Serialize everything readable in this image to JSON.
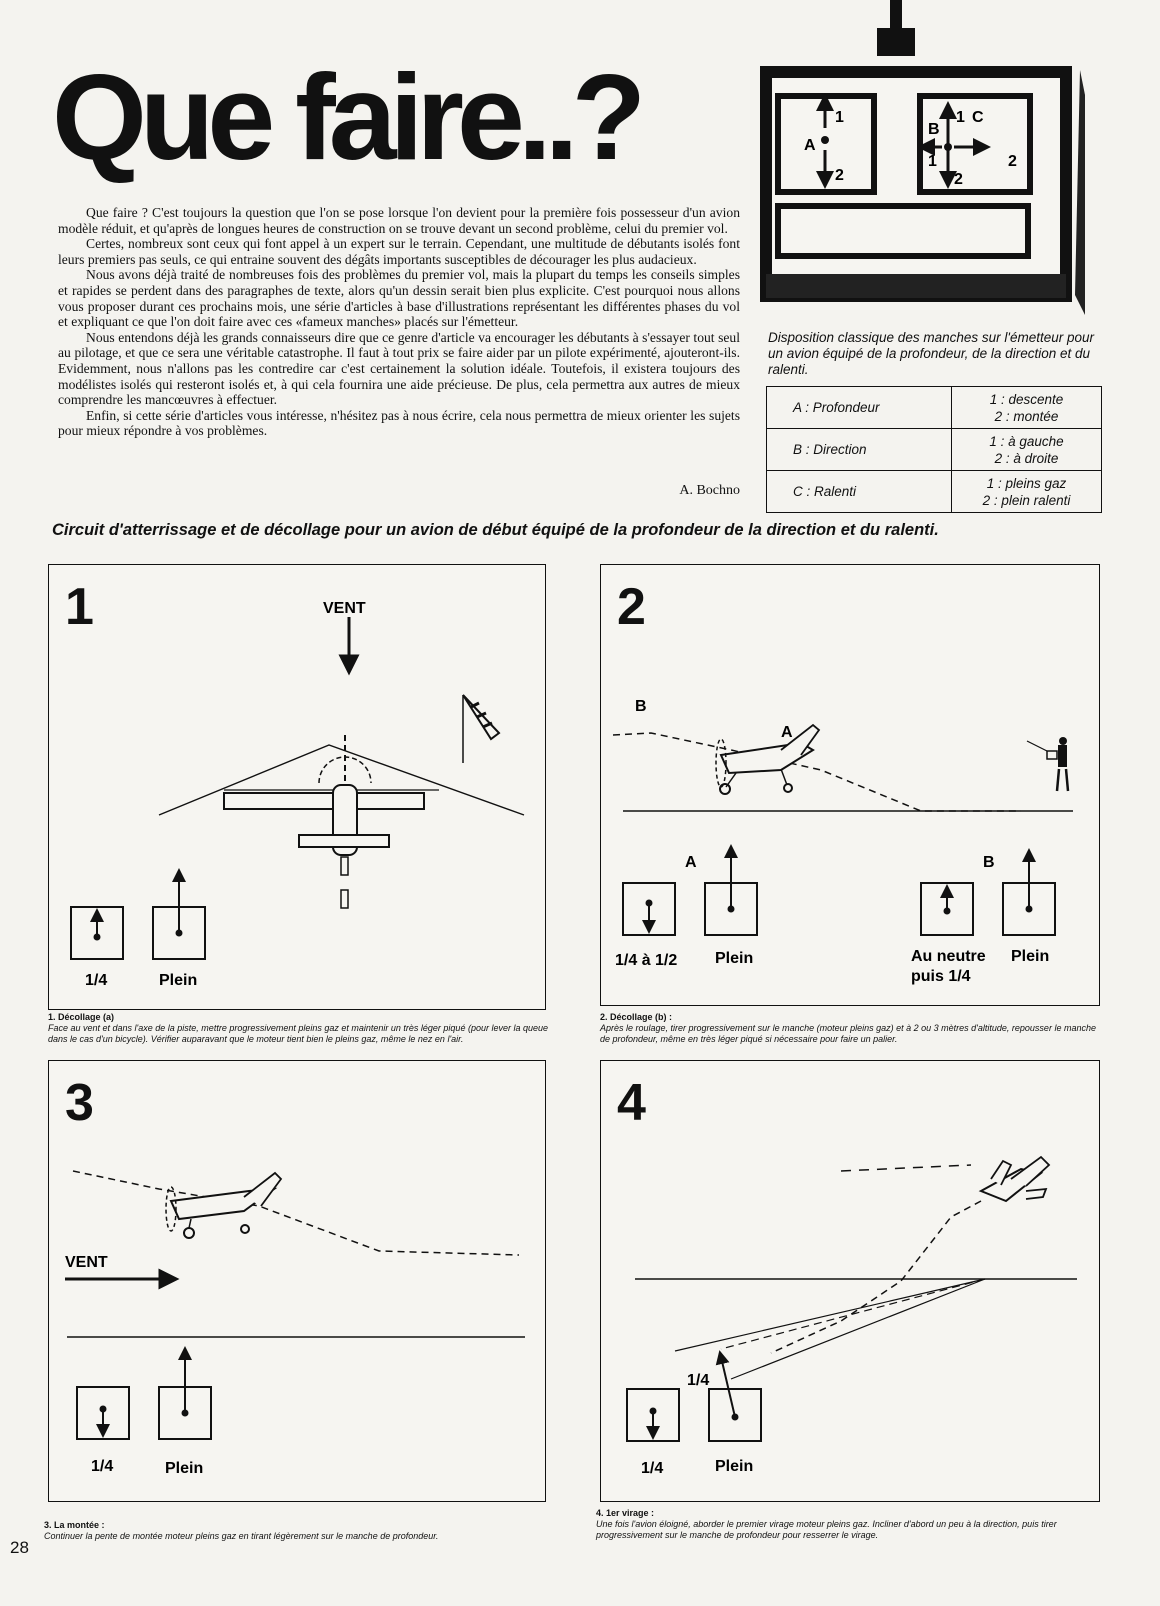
{
  "title": "Que faire..?",
  "intro": {
    "paragraphs": [
      "Que faire ? C'est toujours la question que l'on se pose lorsque l'on devient pour la première fois possesseur d'un avion modèle réduit, et qu'après de longues heures de construction on se trouve devant un second problème, celui du premier vol.",
      "Certes, nombreux sont ceux qui font appel à un expert sur le terrain. Cependant, une multitude de débutants isolés font leurs premiers pas seuls, ce qui entraine souvent des dégâts importants susceptibles de décourager les plus audacieux.",
      "Nous avons déjà traité de nombreuses fois des problèmes du premier vol, mais la plupart du temps les conseils simples et rapides se perdent dans des paragraphes de texte, alors qu'un dessin serait bien plus explicite. C'est pourquoi nous allons vous proposer durant ces prochains mois, une série d'articles à base d'illustrations représentant les différentes phases du vol et expliquant ce que l'on doit faire avec ces «fameux manches» placés sur l'émetteur.",
      "Nous entendons déjà les grands connaisseurs dire que ce genre d'article va encourager les débutants à s'essayer tout seul au pilotage, et que ce sera une véritable catastrophe. Il faut à tout prix se faire aider par un pilote expérimenté, ajouteront-ils. Evidemment, nous n'allons pas les contredire car c'est certainement la solution idéale. Toutefois, il existera toujours des modélistes isolés qui resteront isolés et, à qui cela fournira une aide précieuse. De plus, cela permettra aux autres de mieux comprendre les mancœuvres à effectuer.",
      "Enfin, si cette série d'articles vous intéresse, n'hésitez pas à nous écrire, cela nous permettra de mieux orienter les sujets pour mieux répondre à vos problèmes."
    ],
    "signature": "A. Bochno"
  },
  "transmitter": {
    "left_stick": {
      "label": "A",
      "up": "1",
      "down": "2"
    },
    "right_stick": {
      "label_b": "B",
      "label_c": "C",
      "up": "1",
      "left": "1",
      "right": "2",
      "down": "2"
    },
    "caption": "Disposition classique des manches sur l'émetteur pour un avion équipé de la profondeur, de la direction et du ralenti."
  },
  "legend": [
    {
      "key": "A : Profondeur",
      "v1": "1 : descente",
      "v2": "2 : montée"
    },
    {
      "key": "B : Direction",
      "v1": "1 : à gauche",
      "v2": "2 : à droite"
    },
    {
      "key": "C : Ralenti",
      "v1": "1 : pleins gaz",
      "v2": "2 : plein ralenti"
    }
  ],
  "circuit_title": "Circuit d'atterrissage et de décollage pour un avion de début équipé de la profondeur de la direction et du ralenti.",
  "panels": [
    {
      "number": "1",
      "wind": "VENT",
      "stick1": "1/4",
      "stick2": "Plein",
      "caption_title": "1. Décollage (a)",
      "caption_text": "Face au vent et dans l'axe de la piste, mettre progressivement pleins gaz et maintenir un très léger piqué (pour lever la queue dans le cas d'un bicycle). Vérifier auparavant que le moteur tient bien le pleins gaz, même le nez en l'air."
    },
    {
      "number": "2",
      "point_b": "B",
      "point_a": "A",
      "group_a": "A",
      "group_b": "B",
      "stick1": "1/4 à 1/2",
      "stick2": "Plein",
      "stick3_l1": "Au neutre",
      "stick3_l2": "puis 1/4",
      "stick4": "Plein",
      "caption_title": "2. Décollage (b) :",
      "caption_text": "Après le roulage, tirer progressivement sur le manche (moteur pleins gaz) et à 2 ou 3 mètres d'altitude, repousser le manche de profondeur, même en très léger piqué si nécessaire pour faire un palier."
    },
    {
      "number": "3",
      "wind": "VENT",
      "stick1": "1/4",
      "stick2": "Plein",
      "caption_title": "3. La montée :",
      "caption_text": "Continuer la pente de montée moteur pleins gaz en tirant légèrement sur le manche de profondeur."
    },
    {
      "number": "4",
      "fraction": "1/4",
      "stick1": "1/4",
      "stick2": "Plein",
      "caption_title": "4. 1er virage :",
      "caption_text": "Une fois l'avion éloigné, aborder le premier virage moteur pleins gaz. Incliner d'abord un peu à la direction, puis tirer progressivement sur le manche de profondeur pour resserrer le virage."
    }
  ],
  "page_number": "28"
}
